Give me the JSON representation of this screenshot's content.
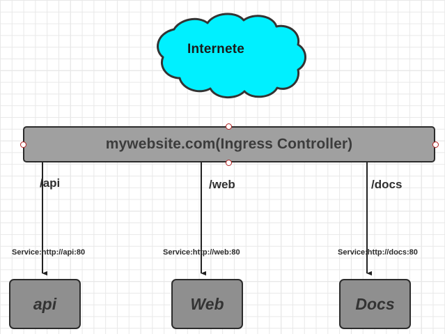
{
  "diagram": {
    "title": "Ingress Controller routing diagram",
    "background": {
      "type": "grid",
      "minor_color": "#e8e8e8",
      "major_color": "#d8d8d8"
    },
    "cloud": {
      "label": "Internete",
      "fill": "#00f0ff",
      "stroke": "#333333"
    },
    "ingress": {
      "label": "mywebsite.com(Ingress Controller)",
      "fill": "#a0a0a0",
      "stroke": "#2b2b2b",
      "handle_color": "#b02020"
    },
    "paths": [
      {
        "label": "/api",
        "service_label": "Service:http://api:80",
        "target": "api"
      },
      {
        "label": "/web",
        "service_label": "Service:http://web:80",
        "target": "Web"
      },
      {
        "label": "/docs",
        "service_label": "Service:http://docs:80",
        "target": "Docs"
      }
    ],
    "services": [
      {
        "label": "api",
        "fill": "#8f8f8f",
        "stroke": "#2b2b2b"
      },
      {
        "label": "Web",
        "fill": "#8f8f8f",
        "stroke": "#2b2b2b"
      },
      {
        "label": "Docs",
        "fill": "#8f8f8f",
        "stroke": "#2b2b2b"
      }
    ]
  }
}
